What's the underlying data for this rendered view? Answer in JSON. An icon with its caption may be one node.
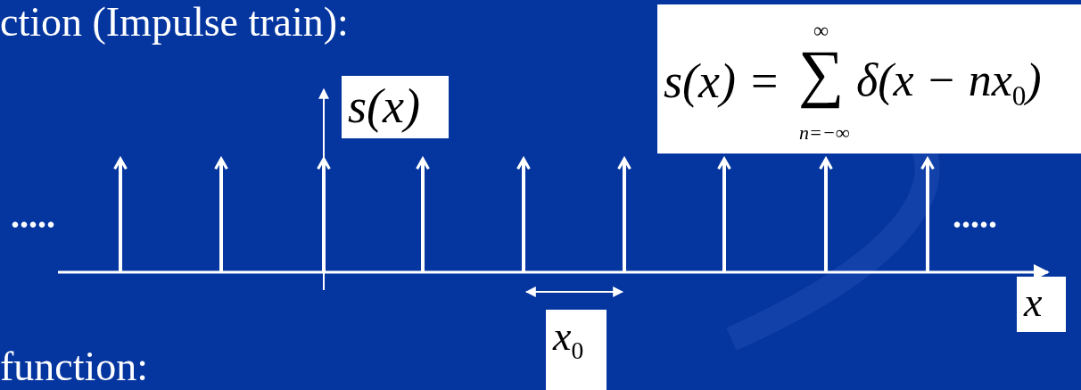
{
  "diagram": {
    "labels": [
      "ction (Impulse train):",
      ".....",
      ".....",
      "s(x)",
      "s(x) =",
      "∞",
      "∑",
      "n=−∞",
      "δ(x − nx$_{0}$)",
      "x",
      "x$_{0}$",
      "function:"
    ]
  }
}
